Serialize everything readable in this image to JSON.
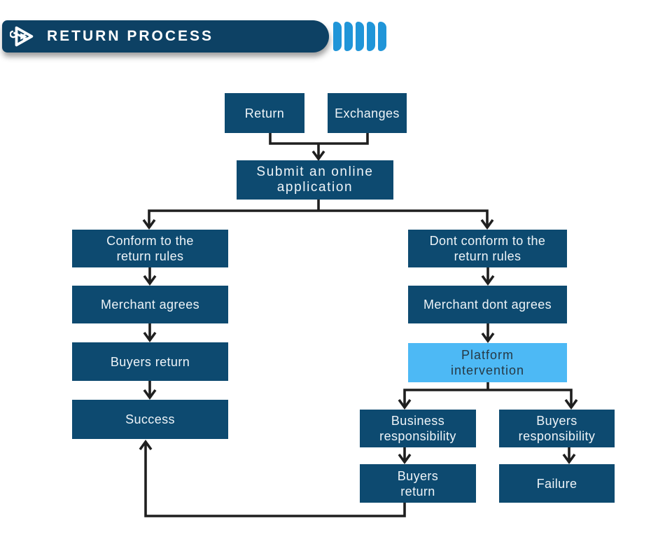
{
  "header": {
    "title": "RETURN PROCESS",
    "logo_icon": "play-triangle-wrench-icon",
    "stripe_count": 5
  },
  "theme": {
    "canvas": "#ffffff",
    "header-navy": "#0d4164",
    "node-navy": "#0d4a70",
    "node-light-blue": "#4db9f5",
    "stripe-blue": "#2095d8",
    "connector": "#1f1f1f",
    "node-text": "#eef4f8",
    "light-node-text": "#263945"
  },
  "nodes": {
    "return": {
      "label": "Return"
    },
    "exchanges": {
      "label": "Exchanges"
    },
    "submit": {
      "label": [
        "Submit an online",
        "application"
      ]
    },
    "conform": {
      "label": [
        "Conform to the",
        "return rules"
      ]
    },
    "merchant_agrees": {
      "label": "Merchant agrees"
    },
    "buyers_return": {
      "label": "Buyers return"
    },
    "success": {
      "label": "Success"
    },
    "dont_conform": {
      "label": [
        "Dont conform to the",
        "return rules"
      ]
    },
    "merchant_dont_agrees": {
      "label": "Merchant dont agrees"
    },
    "platform_intervention": {
      "label": [
        "Platform",
        "intervention"
      ]
    },
    "business_responsibility": {
      "label": [
        "Business",
        "responsibility"
      ]
    },
    "buyers_responsibility": {
      "label": [
        "Buyers",
        "responsibility"
      ]
    },
    "buyers_return_2": {
      "label": [
        "Buyers",
        "return"
      ]
    },
    "failure": {
      "label": "Failure"
    }
  },
  "edges": [
    {
      "from": "return",
      "to": "submit"
    },
    {
      "from": "exchanges",
      "to": "submit"
    },
    {
      "from": "submit",
      "to": "conform"
    },
    {
      "from": "submit",
      "to": "dont_conform"
    },
    {
      "from": "conform",
      "to": "merchant_agrees"
    },
    {
      "from": "merchant_agrees",
      "to": "buyers_return"
    },
    {
      "from": "buyers_return",
      "to": "success"
    },
    {
      "from": "dont_conform",
      "to": "merchant_dont_agrees"
    },
    {
      "from": "merchant_dont_agrees",
      "to": "platform_intervention"
    },
    {
      "from": "platform_intervention",
      "to": "business_responsibility"
    },
    {
      "from": "platform_intervention",
      "to": "buyers_responsibility"
    },
    {
      "from": "business_responsibility",
      "to": "buyers_return_2"
    },
    {
      "from": "buyers_responsibility",
      "to": "failure"
    },
    {
      "from": "buyers_return_2",
      "to": "success"
    }
  ]
}
